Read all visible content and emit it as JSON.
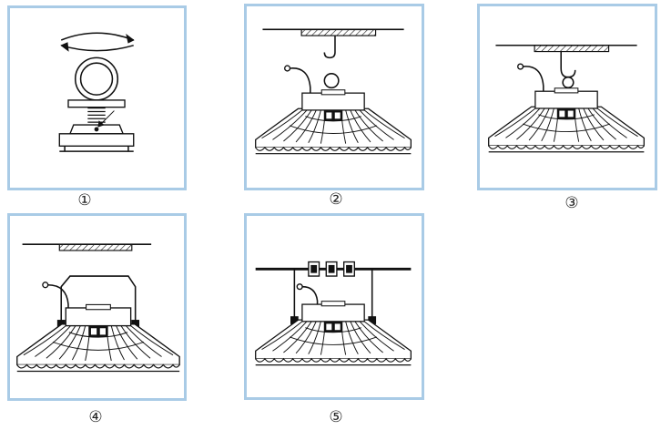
{
  "steps": [
    {
      "id": "1",
      "label": "①"
    },
    {
      "id": "2",
      "label": "②"
    },
    {
      "id": "3",
      "label": "③"
    },
    {
      "id": "4",
      "label": "④"
    },
    {
      "id": "5",
      "label": "⑤"
    }
  ],
  "colors": {
    "frame": "#a9cbe6",
    "line": "#111111",
    "background": "#ffffff"
  }
}
